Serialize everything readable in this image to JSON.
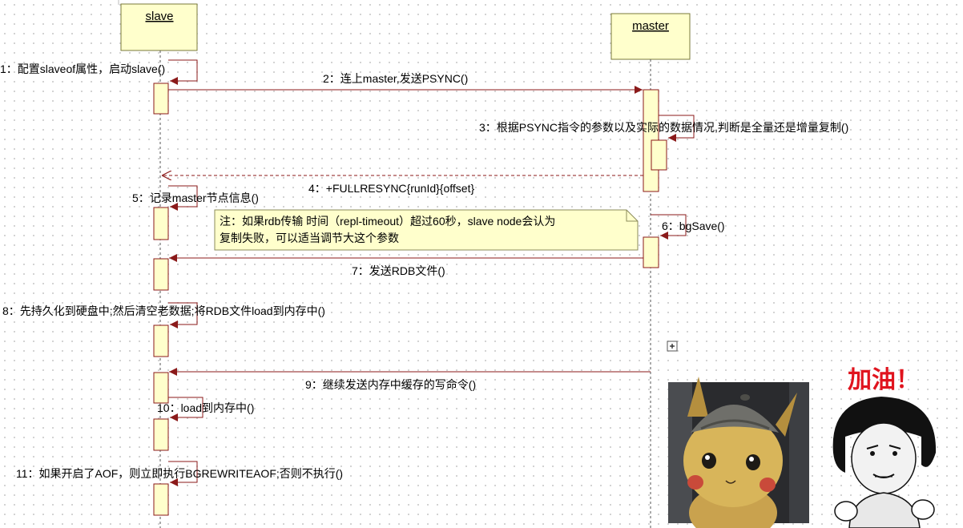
{
  "lifelines": {
    "slave": "slave",
    "master": "master"
  },
  "messages": {
    "m1": "1：配置slaveof属性，启动slave()",
    "m2": "2：连上master,发送PSYNC()",
    "m3": "3：根据PSYNC指令的参数以及实际的数据情况,判断是全量还是增量复制()",
    "m4": "4：+FULLRESYNC{runId}{offset}",
    "m5": "5：记录master节点信息()",
    "m6": "6：bgSave()",
    "m7": "7：发送RDB文件()",
    "m8": "8：先持久化到硬盘中;然后清空老数据;将RDB文件load到内存中()",
    "m9": "9：继续发送内存中缓存的写命令()",
    "m10": "10：load到内存中()",
    "m11": "11：如果开启了AOF，则立即执行BGREWRITEAOF;否则不执行()"
  },
  "note": {
    "line1": "注：如果rdb传输 时间（repl-timeout）超过60秒，slave node会认为",
    "line2": "复制失败，可以适当调节大这个参数"
  },
  "expand_icon": "plus-box-icon",
  "images": {
    "pikachu": "detective-pikachu-photo",
    "meme": "cheering-meme-figure",
    "meme_caption": "加油！"
  },
  "colors": {
    "arrow": "#8b1a1a",
    "activation_fill": "#ffffcc",
    "activation_stroke": "#8b1a1a",
    "head_fill": "#ffffcc",
    "head_stroke": "#7a7a3a",
    "note_fill": "#ffffcc",
    "meme_caption": "#e0141e"
  }
}
